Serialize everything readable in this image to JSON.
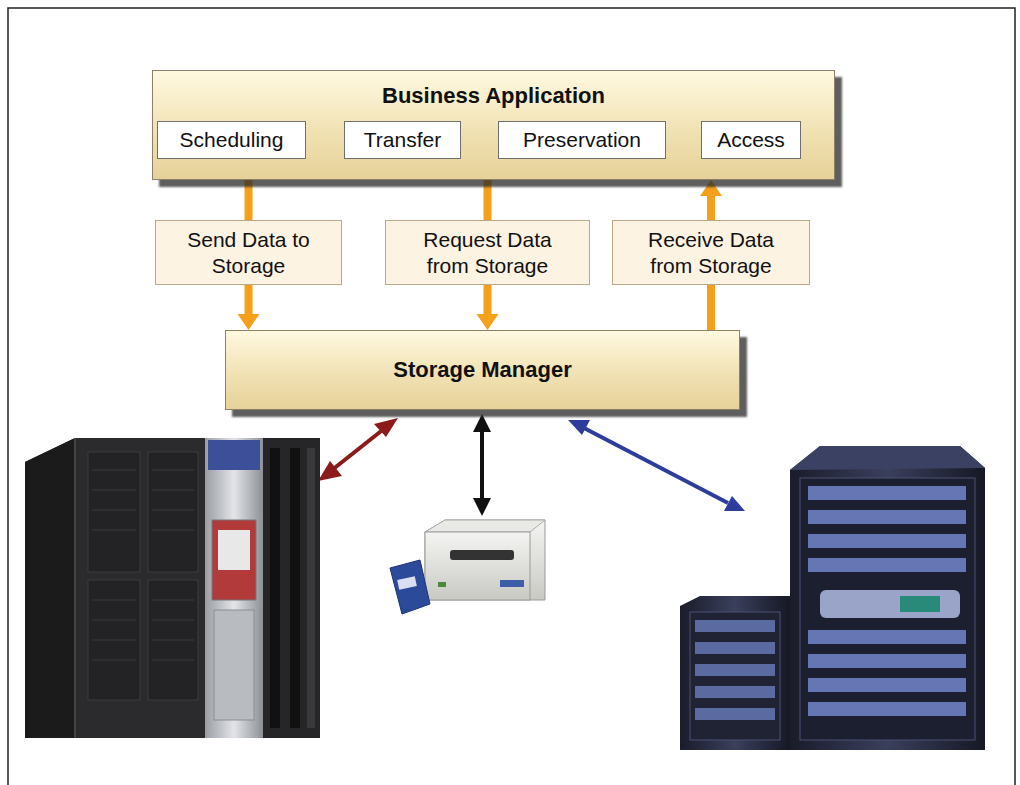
{
  "diagram": {
    "nodes": [
      {
        "text": [
          "Business Application"
        ]
      },
      {
        "text": [
          "Scheduling"
        ],
        "in": 0
      },
      {
        "text": [
          "Transfer"
        ],
        "in": 0
      },
      {
        "text": [
          "Preservation"
        ],
        "in": 0
      },
      {
        "text": [
          "Access"
        ],
        "in": 0
      },
      {
        "text": [
          "Send Data to Storage"
        ]
      },
      {
        "text": [
          "Request Data from Storage"
        ]
      },
      {
        "text": [
          "Receive Data from Storage"
        ]
      },
      {
        "text": [
          "Storage Manager"
        ]
      }
    ],
    "edges": [
      {
        "from": 0,
        "to": 5,
        "arrow": "none"
      },
      {
        "from": 5,
        "to": 8,
        "arrow": "to"
      },
      {
        "from": 0,
        "to": 6,
        "arrow": "none"
      },
      {
        "from": 6,
        "to": 8,
        "arrow": "to"
      },
      {
        "from": 8,
        "to": 7,
        "arrow": "none"
      },
      {
        "from": 7,
        "to": 0,
        "arrow": "to"
      }
    ]
  }
}
